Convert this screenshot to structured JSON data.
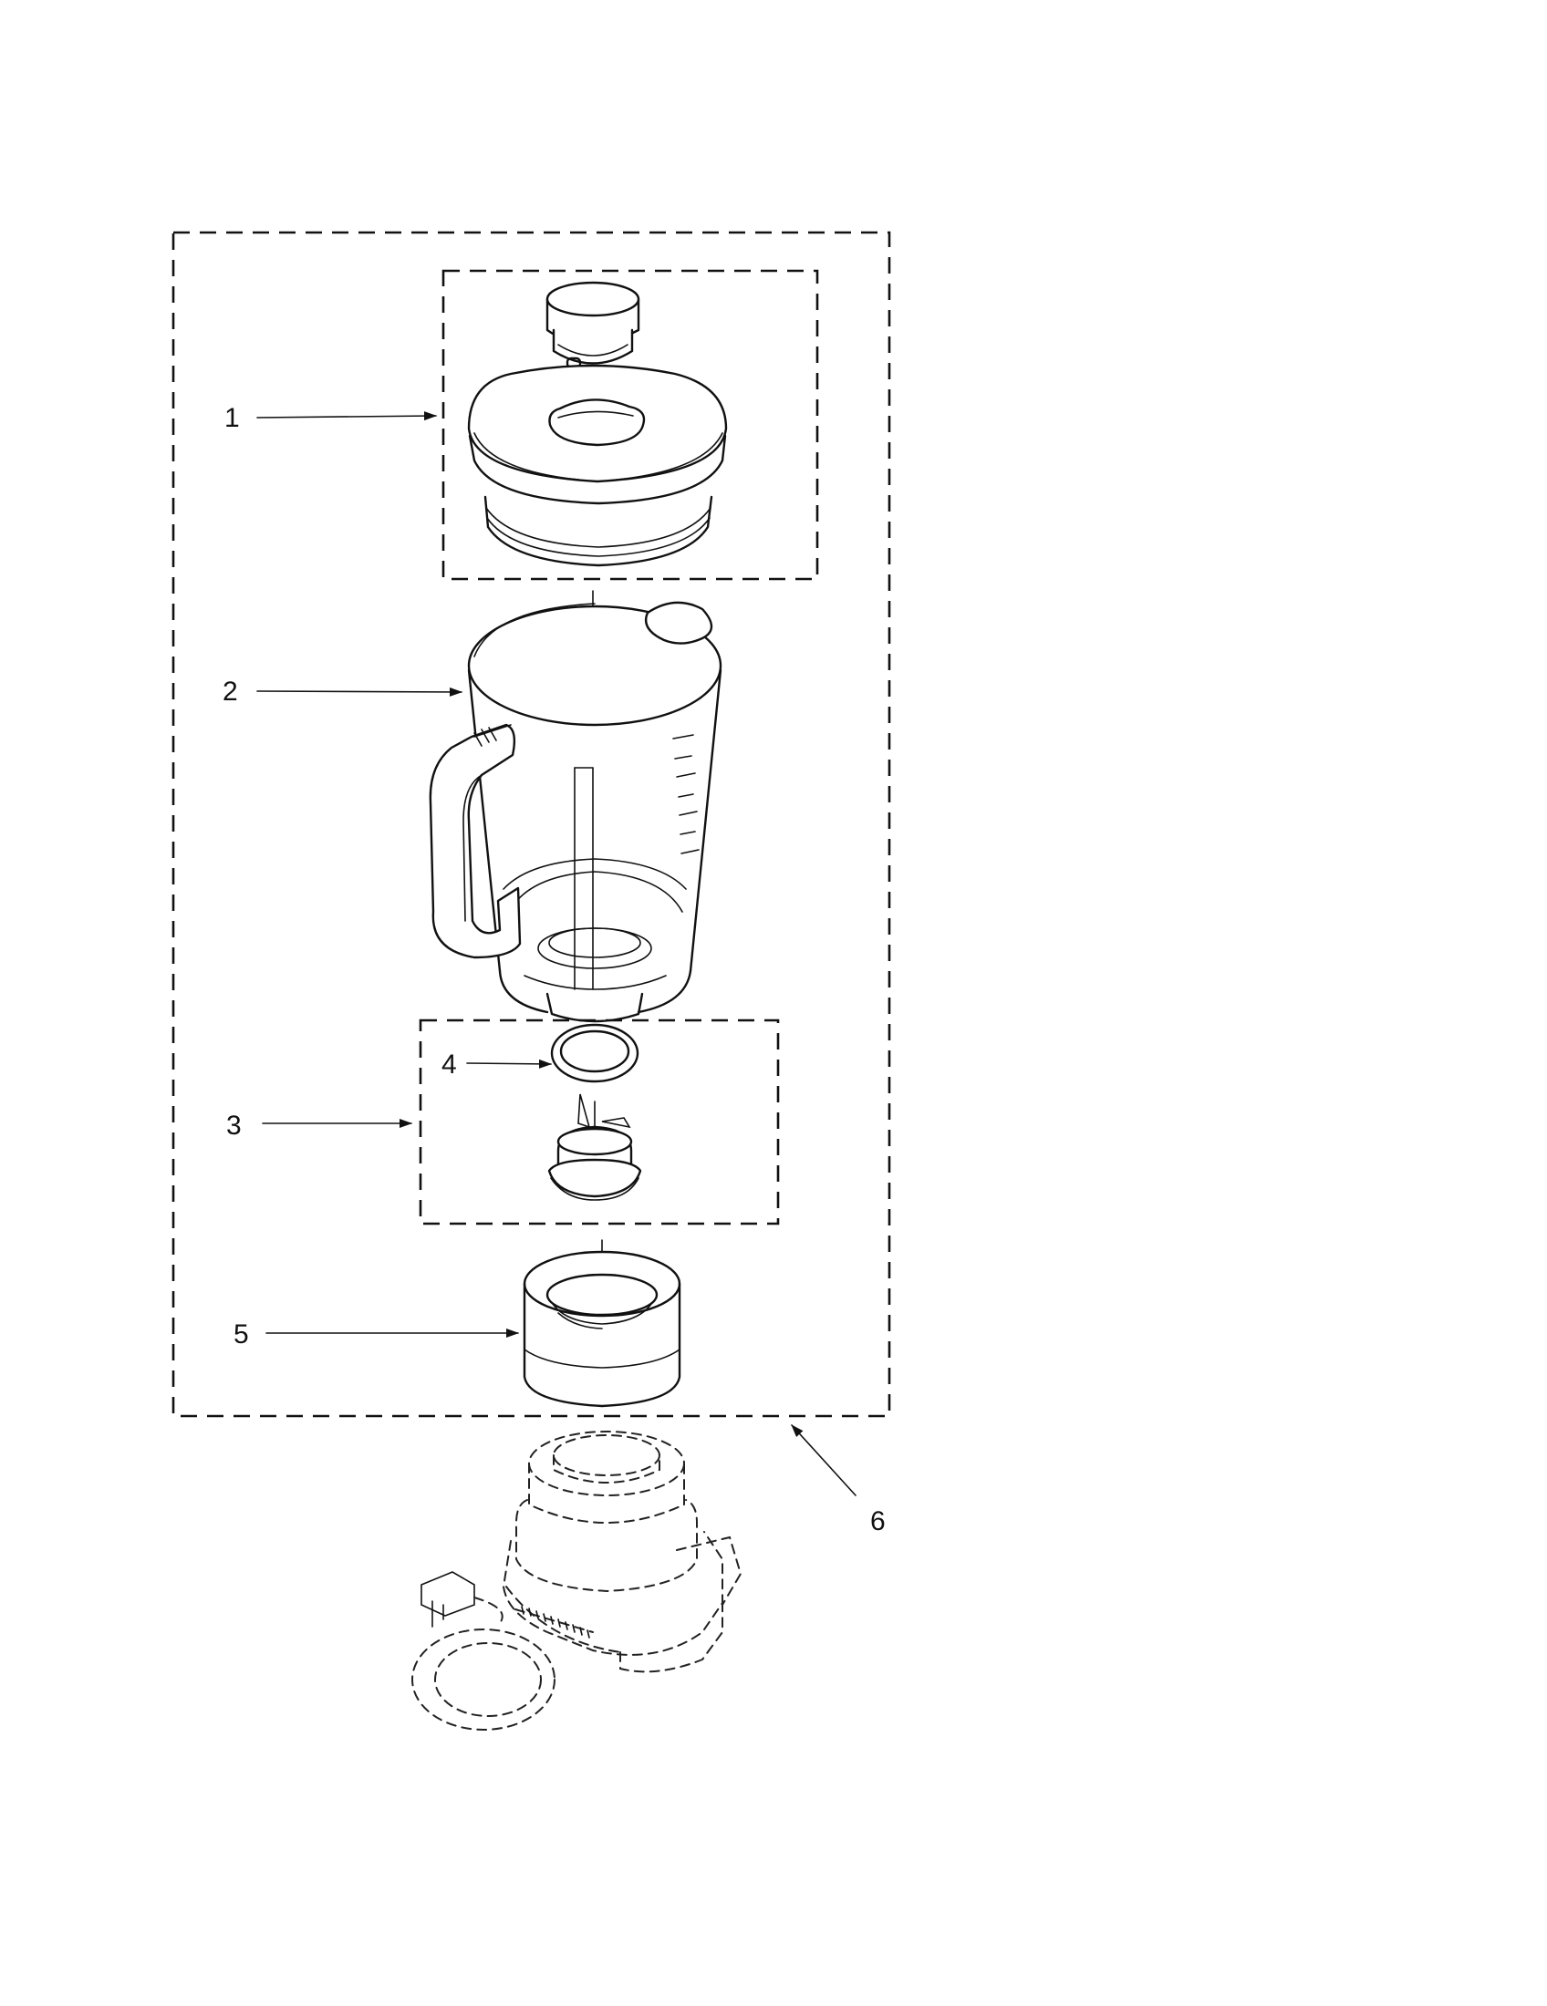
{
  "callouts": [
    {
      "id": "1",
      "label": "1",
      "part": "lid-assembly"
    },
    {
      "id": "2",
      "label": "2",
      "part": "blender-jar"
    },
    {
      "id": "3",
      "label": "3",
      "part": "blade-assembly"
    },
    {
      "id": "4",
      "label": "4",
      "part": "gasket-ring"
    },
    {
      "id": "5",
      "label": "5",
      "part": "jar-collar"
    },
    {
      "id": "6",
      "label": "6",
      "part": "complete-jar-assembly"
    }
  ],
  "colors": {
    "line": "#111111",
    "background": "#ffffff"
  }
}
